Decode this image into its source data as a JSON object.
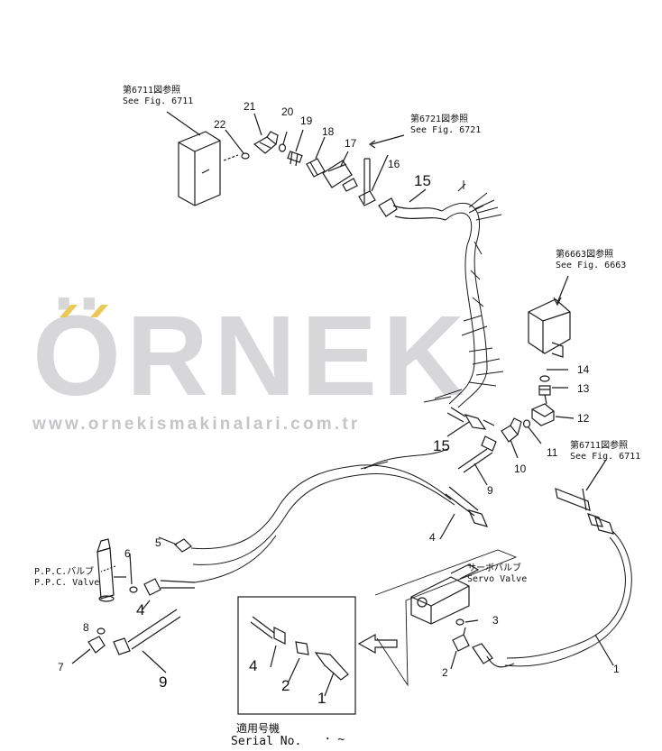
{
  "watermark": {
    "brand": "ÖRNEK",
    "url": "www.ornekismakinalari.com.tr",
    "brand_color": "#b5b5ba",
    "accent_color": "#e9c95a"
  },
  "references": {
    "fig6711_top_jp": "第6711図参照",
    "fig6711_top_en": "See Fig. 6711",
    "fig6721_jp": "第6721図参照",
    "fig6721_en": "See Fig. 6721",
    "fig6663_jp": "第6663図参照",
    "fig6663_en": "See Fig. 6663",
    "fig6711_right_jp": "第6711図参照",
    "fig6711_right_en": "See Fig. 6711"
  },
  "components": {
    "ppc_valve_jp": "P.P.C.バルブ",
    "ppc_valve_en": "P.P.C. Valve",
    "servo_valve_jp": "サーボバルブ",
    "servo_valve_en": "Servo Valve"
  },
  "serial": {
    "label_jp": "適用号機",
    "label_en": "Serial No.",
    "range": "･ ~"
  },
  "callouts": {
    "c21": "21",
    "c20": "20",
    "c19": "19",
    "c18": "18",
    "c22": "22",
    "c17": "17",
    "c16": "16",
    "c15_top": "15",
    "c15_mid": "15",
    "c14": "14",
    "c13": "13",
    "c12": "12",
    "c11": "11",
    "c10": "10",
    "c9_mid": "9",
    "c9_bot": "9",
    "c8": "8",
    "c7": "7",
    "c6": "6",
    "c5": "5",
    "c4_left": "4",
    "c4_mid": "4",
    "c4_inset": "4",
    "c3": "3",
    "c2_servo": "2",
    "c2_inset": "2",
    "c1_right": "1",
    "c1_inset": "1"
  }
}
